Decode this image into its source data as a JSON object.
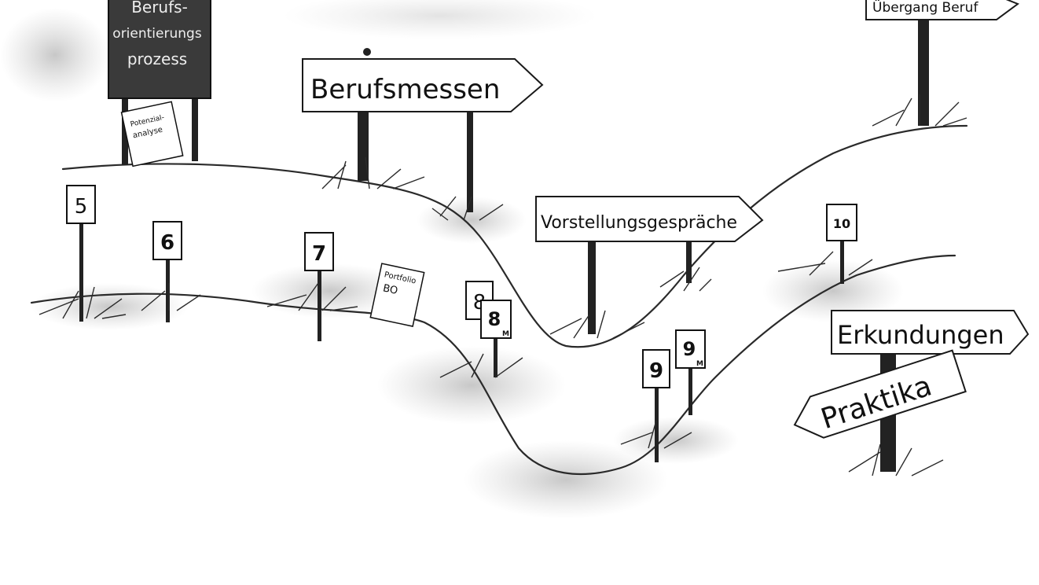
{
  "board": {
    "lines": [
      "Berufs-",
      "orientierungs",
      "prozess"
    ],
    "note": [
      "Potenzial-",
      "analyse"
    ]
  },
  "signs": {
    "berufsmessen": "Berufsmessen",
    "vorstellungsgespraeche": "Vorstellungsgespräche",
    "uebergang_beruf": "Übergang Beruf",
    "erkundungen": "Erkundungen",
    "praktika": "Praktika"
  },
  "portfolio": {
    "title": "Portfolio",
    "subtitle": "BO"
  },
  "markers": [
    {
      "number": "5",
      "tag": ""
    },
    {
      "number": "6",
      "tag": ""
    },
    {
      "number": "7",
      "tag": ""
    },
    {
      "number": "8",
      "tag": ""
    },
    {
      "number": "8",
      "tag": "M"
    },
    {
      "number": "9",
      "tag": ""
    },
    {
      "number": "9",
      "tag": "M"
    },
    {
      "number": "10",
      "tag": ""
    }
  ]
}
